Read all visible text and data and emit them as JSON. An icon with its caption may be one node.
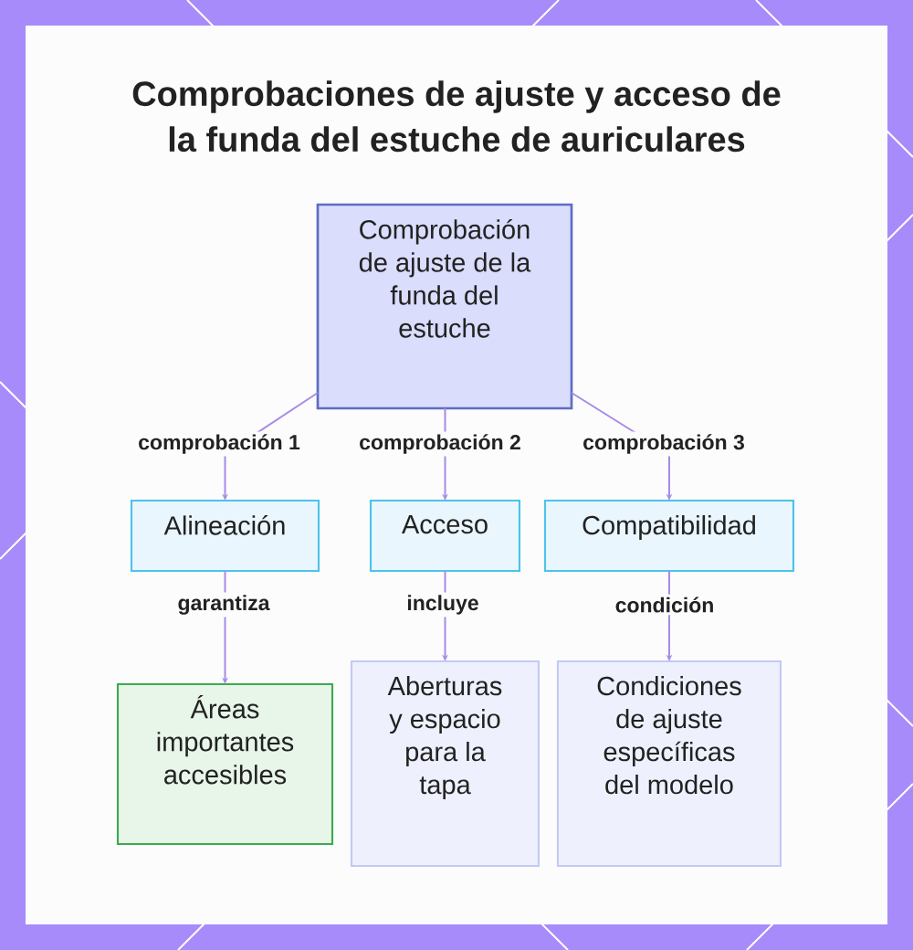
{
  "diagram": {
    "title": "Comprobaciones de ajuste y acceso de la funda del estuche de auriculares",
    "nodes": [
      {
        "text": [
          "Comprobación de ajuste de la funda del estuche"
        ]
      },
      {
        "text": [
          "Alineación"
        ]
      },
      {
        "text": [
          "Acceso"
        ]
      },
      {
        "text": [
          "Compatibilidad"
        ]
      },
      {
        "text": [
          "Áreas importantes accesibles"
        ]
      },
      {
        "text": [
          "Aberturas y espacio para la tapa"
        ]
      },
      {
        "text": [
          "Condiciones de ajuste específicas del modelo"
        ]
      }
    ],
    "edges": [
      {
        "from": 0,
        "to": 1,
        "arrow": "to",
        "label": "comprobación 1"
      },
      {
        "from": 0,
        "to": 2,
        "arrow": "to",
        "label": "comprobación 2"
      },
      {
        "from": 0,
        "to": 3,
        "arrow": "to",
        "label": "comprobación 3"
      },
      {
        "from": 1,
        "to": 4,
        "arrow": "to",
        "label": "garantiza"
      },
      {
        "from": 2,
        "to": 5,
        "arrow": "to",
        "label": "incluye"
      },
      {
        "from": 3,
        "to": 6,
        "arrow": "to",
        "label": "condición"
      }
    ]
  }
}
